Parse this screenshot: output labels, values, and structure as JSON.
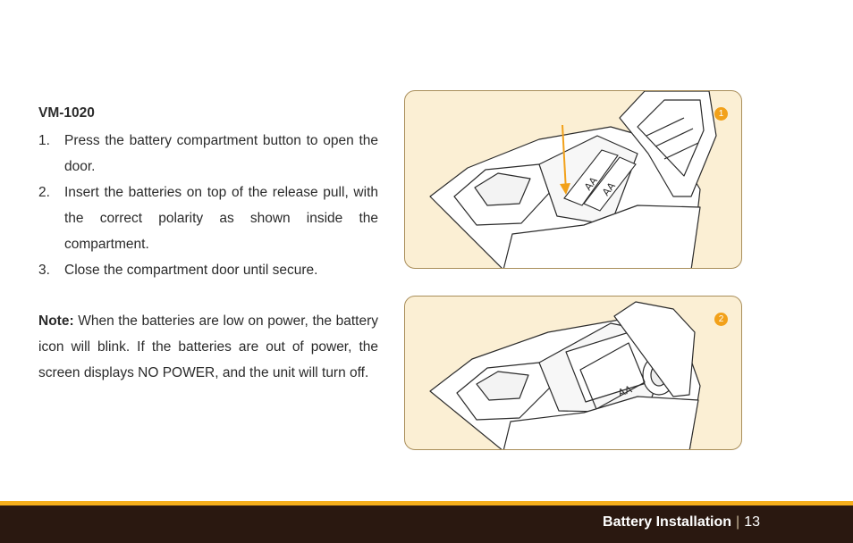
{
  "section": {
    "heading": "VM-1020",
    "steps": [
      {
        "num": "1.",
        "text": "Press the battery compartment button to open the door."
      },
      {
        "num": "2.",
        "text": "Insert the batteries on top of the release pull, with the correct polarity as shown inside the compartment."
      },
      {
        "num": "3.",
        "text": "Close the compartment door until secure."
      }
    ],
    "note_label": "Note:",
    "note_text": " When the batteries are low on power, the battery icon will blink. If the batteries are out of power, the screen displays NO POWER, and the unit will turn off."
  },
  "figures": [
    {
      "badge": "1",
      "battery_label": "AA"
    },
    {
      "badge": "2",
      "battery_label": "AA"
    }
  ],
  "footer": {
    "section_title": "Battery Installation",
    "separator": "|",
    "page_number": "13"
  },
  "colors": {
    "accent": "#f2a11a",
    "panel_bg": "#fbefd4",
    "footer_bg": "#2a1810",
    "stripe": "#f4ae1c"
  }
}
